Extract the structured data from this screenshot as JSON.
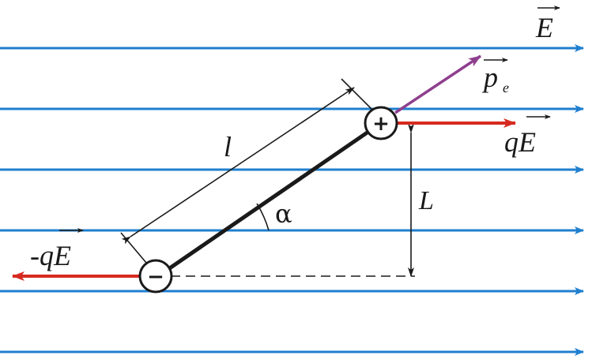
{
  "labels": {
    "field": "E",
    "dipole_moment": "p",
    "dipole_moment_sub": "e",
    "force_pos": "qE",
    "force_neg": "-qE",
    "length": "l",
    "arm": "L",
    "angle": "α"
  },
  "charges": {
    "positive": "+",
    "negative": "−"
  },
  "colors": {
    "field_lines": "#1f7fcf",
    "forces": "#d62a20",
    "dipole_moment": "#8e3f8e",
    "ink": "#1a1a1a"
  }
}
